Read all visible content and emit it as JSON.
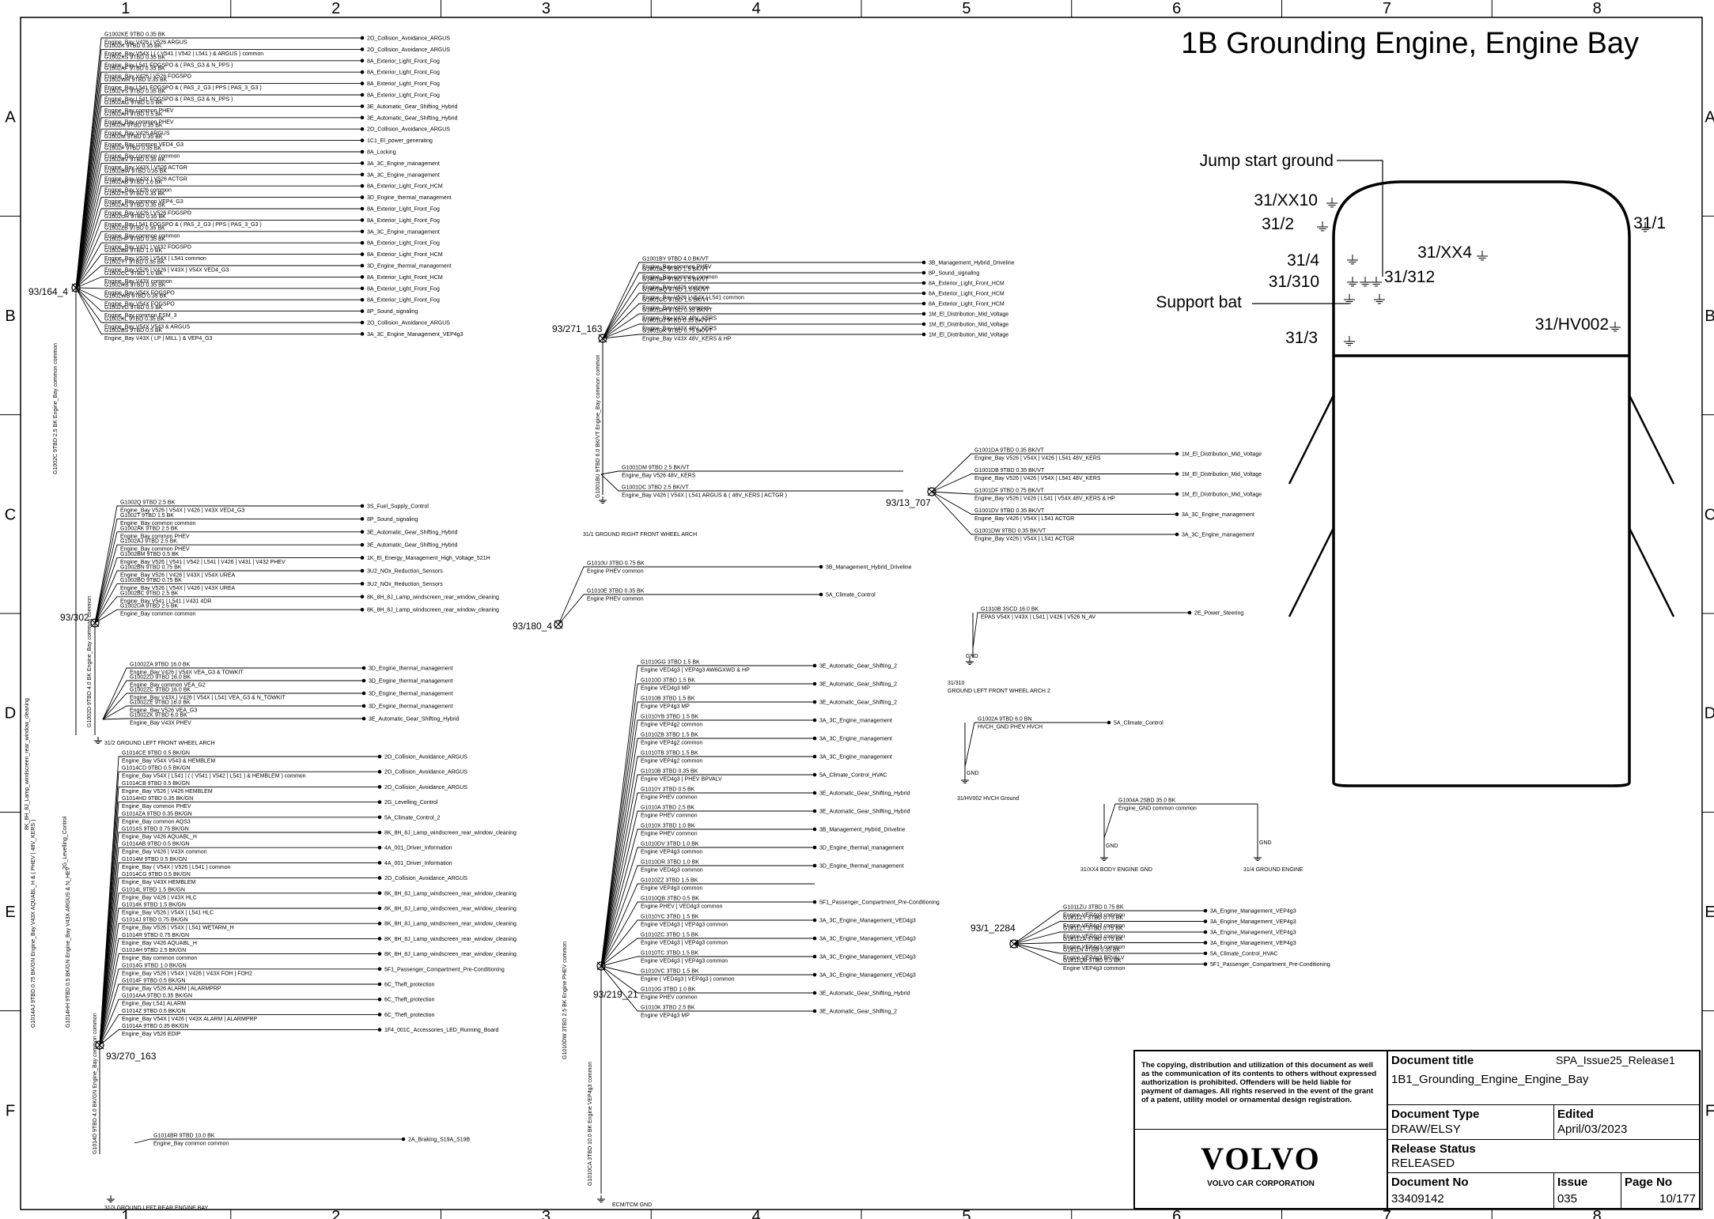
{
  "title": "1B Grounding Engine, Engine Bay",
  "grid": {
    "columns": [
      "1",
      "2",
      "3",
      "4",
      "5",
      "6",
      "7",
      "8"
    ],
    "rows": [
      "A",
      "B",
      "C",
      "D",
      "E",
      "F"
    ]
  },
  "nodes": {
    "n164_4": "93/164_4",
    "n302": "93/302",
    "n270_163": "93/270_163",
    "n271_163": "93/271_163",
    "n13_707": "93/13_707",
    "n180_4": "93/180_4",
    "n219_21": "93/219_21",
    "n1_2284": "93/1_2284"
  },
  "grounds": {
    "g31_2": "31/2  GROUND LEFT FRONT WHEEL ARCH",
    "g31_3": "31/3  GROUND LEFT REAR ENGINE BAY",
    "g31_1": "31/1  GROUND RIGHT FRONT WHEEL ARCH",
    "g31_310": "31/310",
    "g31_310b": "GROUND LEFT FRONT WHEEL ARCH 2",
    "g31_hv002": "31/HV002      HVCH Ground",
    "g31_xx4": "31/XX4  BODY ENGINE GND",
    "g31_4": "31/4  GROUND ENGINE",
    "ecm_tcm": "ECM/TCM GND",
    "gnd": "GND"
  },
  "car": {
    "jump_start": "Jump start ground",
    "support_bat": "Support bat",
    "labels": [
      "31/XX10",
      "31/2",
      "31/4",
      "31/310",
      "31/312",
      "31/3",
      "31/XX4",
      "31/HV002",
      "31/1"
    ]
  },
  "wires_164_4": [
    {
      "w": "G1002KE  9TBD 0.35 BK",
      "v": "Engine_Bay  V426 | V526  ARGUS",
      "d": "2O_Collision_Avoidance_ARGUS"
    },
    {
      "w": "G1002K  9TBD 0.35 BK",
      "v": "Engine_Bay  V54X | ( ( V541 | V542 | L541 ) & ARGUS )  common",
      "d": "2O_Collision_Avoidance_ARGUS"
    },
    {
      "w": "G1002XS  9TBD 0.35 BK",
      "v": "Engine_Bay  L541  FOGSPO & ( PAS_G3 & N_PPS )",
      "d": "8A_Exterior_Light_Front_Fog"
    },
    {
      "w": "G1002AF  9TBD 0.35 BK",
      "v": "Engine_Bay  V426 | V526  FOGSPO",
      "d": "8A_Exterior_Light_Front_Fog"
    },
    {
      "w": "G1002WR  9TBD 0.35 BK",
      "v": "Engine_Bay  L541  FOGSPO & ( PAS_2_G3 | PPS | PAS_3_G3 )",
      "d": "8A_Exterior_Light_Front_Fog"
    },
    {
      "w": "G1002VS  9TBD 0.35 BK",
      "v": "Engine_Bay  L541  FOGSPO & ( PAS_G3 & N_PPS )",
      "d": "8A_Exterior_Light_Front_Fog"
    },
    {
      "w": "G1002AG  9TBD 0.5 BK",
      "v": "Engine_Bay  common  PHEV",
      "d": "3E_Automatic_Gear_Shifting_Hybrid"
    },
    {
      "w": "G1002AH  9TBD 0.5 BK",
      "v": "Engine_Bay  common  PHEV",
      "d": "3E_Automatic_Gear_Shifting_Hybrid"
    },
    {
      "w": "G1002M  9TBD 0.35 BK",
      "v": "Engine_Bay  V426  ARGUS",
      "d": "2O_Collision_Avoidance_ARGUS"
    },
    {
      "w": "G1002M  9TBD 0.35 BK",
      "v": "Engine_Bay  common  VED4_G3",
      "d": "1C1_El_power_generating"
    },
    {
      "w": "G1002F  9TBD 0.35 BK",
      "v": "Engine_Bay  common  common",
      "d": "8A_Locking"
    },
    {
      "w": "G1002BV  9TBD 0.35 BK",
      "v": "Engine_Bay  V43X | V526  ACTGR",
      "d": "3A_3C_Engine_management"
    },
    {
      "w": "G1002BW  9TBD 0.35 BK",
      "v": "Engine_Bay  V43X | V526  ACTGR",
      "d": "3A_3C_Engine_management"
    },
    {
      "w": "G1002AB  9TBD 1.0 BK",
      "v": "Engine_Bay  V426  common",
      "d": "8A_Exterior_Light_Front_HCM"
    },
    {
      "w": "G1002TS  9TBD 0.35 BK",
      "v": "Engine_Bay  common  VEP4_G3",
      "d": "3D_Engine_thermal_management"
    },
    {
      "w": "G1002AS  9TBD 0.35 BK",
      "v": "Engine_Bay  V426 | V526  FOGSPO",
      "d": "8A_Exterior_Light_Front_Fog"
    },
    {
      "w": "G1002UR  9TBD 0.35 BK",
      "v": "Engine_Bay  L541  FOGSPO & ( PAS_2_G3 | PPS | PAS_3_G3 )",
      "d": "8A_Exterior_Light_Front_Fog"
    },
    {
      "w": "G1002ZB  9TBD 0.35 BK",
      "v": "Engine_Bay  common  common",
      "d": "3A_3C_Engine_management"
    },
    {
      "w": "G1002HP  9TBD 0.35 BK",
      "v": "Engine_Bay  V431 | V432  FOGSPO",
      "d": "8A_Exterior_Light_Front_Fog"
    },
    {
      "w": "G1002BB  9TBD 1.0 BK",
      "v": "Engine_Bay  V526 | V54X | L541  common",
      "d": "8A_Exterior_Light_Front_HCM"
    },
    {
      "w": "G1002TT  9TBD 0.35 BK",
      "v": "Engine_Bay  V526 | V426 | V43X | V54X  VED4_G3",
      "d": "3D_Engine_thermal_management"
    },
    {
      "w": "G1002CC  9TBD 1.0 BK",
      "v": "Engine_Bay  V43X  common",
      "d": "8A_Exterior_Light_Front_HCM"
    },
    {
      "w": "G1002RB  9TBD 0.35 BK",
      "v": "Engine_Bay  V54X  FOGSPO",
      "d": "8A_Exterior_Light_Front_Fog"
    },
    {
      "w": "G1002WB  9TBD 0.35 BK",
      "v": "Engine_Bay  V54X  FOGSPO",
      "d": "8A_Exterior_Light_Front_Fog"
    },
    {
      "w": "G1002VD  9TBD 0.5 BK",
      "v": "Engine_Bay  common  ESM_3",
      "d": "8P_Sound_signaling"
    },
    {
      "w": "G1002KL  9TBD 0.35 BK",
      "v": "Engine_Bay  V54X  V543 & ARGUS",
      "d": "2O_Collision_Avoidance_ARGUS"
    },
    {
      "w": "G1002BS  9TBD 0.5 BK",
      "v": "Engine_Bay  V43X  ( LP | MILL ) & VEP4_G3",
      "d": "3A_3C_Engine_Management_VEP4g3"
    }
  ],
  "wires_302": [
    {
      "w": "G1002Q  9TBD 2.5 BK",
      "v": "Engine_Bay  V526 | V54X | V426 | V43X  VED4_G3",
      "d": "3S_Fuel_Supply_Control"
    },
    {
      "w": "G1002T  9TBD 1.5 BK",
      "v": "Engine_Bay  common  common",
      "d": "8P_Sound_signaling"
    },
    {
      "w": "G1002AK  9TBD 2.5 BK",
      "v": "Engine_Bay  common  PHEV",
      "d": "3E_Automatic_Gear_Shifting_Hybrid"
    },
    {
      "w": "G1002AJ  9TBD 2.5 BK",
      "v": "Engine_Bay  common  PHEV",
      "d": "3E_Automatic_Gear_Shifting_Hybrid"
    },
    {
      "w": "G1002BM  9TBD 0.5 BK",
      "v": "Engine_Bay  V526 | V541 | V542 | L541 | V426 | V431 | V432  PHEV",
      "d": "1K_El_Energy_Management_High_Voltage_521H"
    },
    {
      "w": "G1002BN  9TBD 0.75 BK",
      "v": "Engine_Bay  V526 | V426 | V43X | V54X  UREA",
      "d": "3U2_NOx_Reduction_Sensors"
    },
    {
      "w": "G1002BO  9TBD 0.75 BK",
      "v": "Engine_Bay  V526 | V54X | V426 | V43X  UREA",
      "d": "3U2_NOx_Reduction_Sensors"
    },
    {
      "w": "G1002BC  9TBD 2.5 BK",
      "v": "Engine_Bay  V541 | L541 | V431  4DR",
      "d": "8K_8H_8J_Lamp_windscreen_rear_window_cleaning"
    },
    {
      "w": "G1002UA  9TBD 2.5 BK",
      "v": "Engine_Bay  common  common",
      "d": "8K_8H_8J_Lamp_windscreen_rear_window_cleaning"
    }
  ],
  "wires_31_2": [
    {
      "w": "G1002ZA  9TBD 16.0 BK",
      "v": "Engine_Bay  V426 | V54X  VEA_G3 & TOWKIT",
      "d": "3D_Engine_thermal_management"
    },
    {
      "w": "G1002ZD  9TBD 16.0 BK",
      "v": "Engine_Bay  common  VEA_G2",
      "d": "3D_Engine_thermal_management"
    },
    {
      "w": "G1002ZC  9TBD 16.0 BK",
      "v": "Engine_Bay  V43X | V426 | V54X | L541  VEA_G3 & N_TOWKIT",
      "d": "3D_Engine_thermal_management"
    },
    {
      "w": "G1002ZE  9TBD 16.0 BK",
      "v": "Engine_Bay  V526  VEA_G3",
      "d": "3D_Engine_thermal_management"
    },
    {
      "w": "G1002ZK  9TBD 6.0 BK",
      "v": "Engine_Bay  V43X  PHEV",
      "d": "3E_Automatic_Gear_Shifting_Hybrid"
    }
  ],
  "wires_270_163": [
    {
      "w": "G1014CE  9TBD 0.5 BK/GN",
      "v": "Engine_Bay  V54X  V543 & HEMBLEM",
      "d": "2O_Collision_Avoidance_ARGUS"
    },
    {
      "w": "G1014CD  9TBD 0.5 BK/GN",
      "v": "Engine_Bay  V54X | L541 | ( ( V541 | V542 | L541 ) & HEMBLEM )  common",
      "d": "2O_Collision_Avoidance_ARGUS"
    },
    {
      "w": "G1014CB  9TBD 0.5 BK/GN",
      "v": "Engine_Bay  V526 | V426  HEMBLEM",
      "d": "2O_Collision_Avoidance_ARGUS"
    },
    {
      "w": "G1014HD  9TBD 0.35 BK/GN",
      "v": "Engine_Bay  common  PHEV",
      "d": "2G_Levelling_Control"
    },
    {
      "w": "G1014ZA  9TBD 0.35 BK/GN",
      "v": "Engine_Bay  common  AQS3",
      "d": "5A_Climate_Control_2"
    },
    {
      "w": "G1014S  9TBD 0.75 BK/GN",
      "v": "Engine_Bay  V426  AQUABL_H",
      "d": "8K_8H_8J_Lamp_windscreen_rear_window_cleaning"
    },
    {
      "w": "G1014AB  9TBD 0.5 BK/GN",
      "v": "Engine_Bay  V426 | V43X  common",
      "d": "4A_001_Driver_Information"
    },
    {
      "w": "G1014M  9TBD 0.5 BK/GN",
      "v": "Engine_Bay  ( V54X | V526 | L541 )  common",
      "d": "4A_001_Driver_Information"
    },
    {
      "w": "G1014CG  9TBD 0.5 BK/GN",
      "v": "Engine_Bay  V43X  HEMBLEM",
      "d": "2O_Collision_Avoidance_ARGUS"
    },
    {
      "w": "G1014L  9TBD 1.5 BK/GN",
      "v": "Engine_Bay  V426 | V43X  HLC",
      "d": "8K_8H_8J_Lamp_windscreen_rear_window_cleaning"
    },
    {
      "w": "G1014K  9TBD 1.5 BK/GN",
      "v": "Engine_Bay  V526 | V54X | L541  HLC",
      "d": "8K_8H_8J_Lamp_windscreen_rear_window_cleaning"
    },
    {
      "w": "G1014J  9TBD 0.75 BK/GN",
      "v": "Engine_Bay  V526 | V54X | L541  WETARM_H",
      "d": "8K_8H_8J_Lamp_windscreen_rear_window_cleaning"
    },
    {
      "w": "G1014R  9TBD 0.75 BK/GN",
      "v": "Engine_Bay  V426  AQUABL_H",
      "d": "8K_8H_8J_Lamp_windscreen_rear_window_cleaning"
    },
    {
      "w": "G1014H  9TBD 2.5 BK/GN",
      "v": "Engine_Bay  common  common",
      "d": "8K_8H_8J_Lamp_windscreen_rear_window_cleaning"
    },
    {
      "w": "G1014G  9TBD 1.0 BK/GN",
      "v": "Engine_Bay  V526 | V54X | V426 | V43X  FOH | FOH2",
      "d": "5F1_Passenger_Compartment_Pre-Conditioning"
    },
    {
      "w": "G1014F  9TBD 0.5 BK/GN",
      "v": "Engine_Bay  V526  ALARM | ALARMPRP",
      "d": "6C_Theft_protection"
    },
    {
      "w": "G1014AA  9TBD 0.35 BK/GN",
      "v": "Engine_Bay  L541  ALARM",
      "d": "6C_Theft_protection"
    },
    {
      "w": "G1014Z  9TBD 0.5 BK/GN",
      "v": "Engine_Bay  V54X | V426 | V43X  ALARM | ALARMPRP",
      "d": "6C_Theft_protection"
    },
    {
      "w": "G1014A  9TBD 0.35 BK/GN",
      "v": "Engine_Bay  V526  EDIP",
      "d": "1F4_001C_Accessories_LED_Running_Board"
    }
  ],
  "wires_31_3": [
    {
      "w": "G1014BR  9TBD 10.0 BK",
      "v": "Engine_Bay  common  common",
      "d": "2A_Braking_S19A_S19B"
    }
  ],
  "wires_271_163": [
    {
      "w": "G1001BY  9TBD 4.0 BK/VT",
      "v": "Engine_Bay  common  PHEV",
      "d": "3B_Management_Hybrid_Driveline"
    },
    {
      "w": "G1001BZ  9TBD 1.5 BK/VT",
      "v": "Engine_Bay  common  common",
      "d": "8P_Sound_signaling"
    },
    {
      "w": "G1001BP  9TBD 1.5 BK/VT",
      "v": "Engine_Bay  V426  common",
      "d": "8A_Exterior_Light_Front_HCM"
    },
    {
      "w": "G1001BQ  9TBD 1.5 BK/VT",
      "v": "Engine_Bay  V526 | V54X | L541  common",
      "d": "8A_Exterior_Light_Front_HCM"
    },
    {
      "w": "G1001CC  9TBD 1.5 BK/VT",
      "v": "Engine_Bay  V43X  common",
      "d": "8A_Exterior_Light_Front_HCM"
    },
    {
      "w": "G1001DH  9TBD 0.35 BK/VT",
      "v": "Engine_Bay  V43X  48V_KERS",
      "d": "1M_El_Distribution_Mid_Voltage"
    },
    {
      "w": "G1001DJ  9TBD 0.35 BK/VT",
      "v": "Engine_Bay  V43X  48V_KERS",
      "d": "1M_El_Distribution_Mid_Voltage"
    },
    {
      "w": "G1001DK  9TBD 0.75 BK/VT",
      "v": "Engine_Bay  V43X  48V_KERS & HP",
      "d": "1M_El_Distribution_Mid_Voltage"
    }
  ],
  "wires_31_1": [
    {
      "w": "G1001DM  9TBD 2.5 BK/VT",
      "v": "Engine_Bay  V526  48V_KERS"
    },
    {
      "w": "G1001DC  3TBD 2.5 BK/VT",
      "v": "Engine_Bay  V426 | V54X | L541  ARGUS & ( 48V_KERS | ACTGR )"
    }
  ],
  "wires_13_707": [
    {
      "w": "G1001DA  9TBD 0.35 BK/VT",
      "v": "Engine_Bay  V526 | V54X | V426 | L541  48V_KERS",
      "d": "1M_El_Distribution_Mid_Voltage"
    },
    {
      "w": "G1001DB  9TBD 0.35 BK/VT",
      "v": "Engine_Bay  V526 | V426 | V54X | L541  48V_KERS",
      "d": "1M_El_Distribution_Mid_Voltage"
    },
    {
      "w": "G1001DF  9TBD 0.75 BK/VT",
      "v": "Engine_Bay  V526 | V426 | L541 | V54X  48V_KERS & HP",
      "d": "1M_El_Distribution_Mid_Voltage"
    },
    {
      "w": "G1001DV  9TBD 0.35 BK/VT",
      "v": "Engine_Bay  V426 | V54X | L541  ACTGR",
      "d": "3A_3C_Engine_management"
    },
    {
      "w": "G1001DW  9TBD 0.35 BK/VT",
      "v": "Engine_Bay  V426 | V54X | L541  ACTGR",
      "d": "3A_3C_Engine_management"
    }
  ],
  "wires_180_4": [
    {
      "w": "G1010U  3TBD 0.75 BK",
      "v": "Engine  PHEV  common",
      "d": "3B_Management_Hybrid_Driveline"
    },
    {
      "w": "G1010E  3TBD 0.35 BK",
      "v": "Engine  PHEV  common",
      "d": "5A_Climate_Control"
    }
  ],
  "wires_31_310": [
    {
      "w": "G1310B  3SCD 16.0 BK",
      "v": "EPAS  V54X | V43X | L541 | V426 | V526  N_AV",
      "d": "2E_Power_Steering"
    }
  ],
  "wires_hv002": [
    {
      "w": "G1002A  9TBD 6.0 BN",
      "v": "HVCH_GND  PHEV  HVCH",
      "d": "5A_Climate_Control"
    }
  ],
  "wires_xx4": [
    {
      "w": "G1004A  2SBD 35.0 BK",
      "v": "Engine_GND  common  common"
    }
  ],
  "wires_219_21": [
    {
      "w": "G1010GG  3TBD 1.5 BK",
      "v": "Engine  VED4g3 | VEP4g3  AW6GXWD & HP",
      "d": "3E_Automatic_Gear_Shifting_2"
    },
    {
      "w": "G1010D  3TBD 1.5 BK",
      "v": "Engine  VED4g3  MP",
      "d": "3E_Automatic_Gear_Shifting_2"
    },
    {
      "w": "G1010B  3TBD 1.5 BK",
      "v": "Engine  VEP4g3  MP",
      "d": "3E_Automatic_Gear_Shifting_2"
    },
    {
      "w": "G1010YB  3TBD 1.5 BK",
      "v": "Engine  VEP4g2  common",
      "d": "3A_3C_Engine_management"
    },
    {
      "w": "G1010ZB  3TBD 1.5 BK",
      "v": "Engine  VEP4g2  common",
      "d": "3A_3C_Engine_management"
    },
    {
      "w": "G1010TB  3TBD 1.5 BK",
      "v": "Engine  VEP4g2  common",
      "d": "3A_3C_Engine_management"
    },
    {
      "w": "G1010B  3TBD 0.35 BK",
      "v": "Engine  VED4g3 | PHEV  BPVALV",
      "d": "5A_Climate_Control_HVAC"
    },
    {
      "w": "G1010Y  3TBD 0.5 BK",
      "v": "Engine  PHEV  common",
      "d": "3E_Automatic_Gear_Shifting_Hybrid"
    },
    {
      "w": "G1010A  3TBD 2.5 BK",
      "v": "Engine  PHEV  common",
      "d": "3E_Automatic_Gear_Shifting_Hybrid"
    },
    {
      "w": "G1010X  3TBD 1.0 BK",
      "v": "Engine  PHEV  common",
      "d": "3B_Management_Hybrid_Driveline"
    },
    {
      "w": "G1010DV  3TBD 1.0 BK",
      "v": "Engine  VEP4g3  common",
      "d": "3D_Engine_thermal_management"
    },
    {
      "w": "G1010DR  3TBD 1.0 BK",
      "v": "Engine  VED4g3  common",
      "d": "3D_Engine_thermal_management"
    },
    {
      "w": "G1010ZZ  3TBD 1.5 BK",
      "v": "Engine  VEP4g3  common"
    },
    {
      "w": "G1010QB  3TBD 0.5 BK",
      "v": "Engine  PHEV | VED4g3  common",
      "d": "5F1_Passenger_Compartment_Pre-Conditioning"
    },
    {
      "w": "G1010YC  3TBD 1.5 BK",
      "v": "Engine  VED4g3 | VEP4g3  common",
      "d": "3A_3C_Engine_Management_VED4g3"
    },
    {
      "w": "G1010ZC  3TBD 1.5 BK",
      "v": "Engine  VED4g3 | VEP4g3  common",
      "d": "3A_3C_Engine_Management_VED4g3"
    },
    {
      "w": "G1010TC  3TBD 1.5 BK",
      "v": "Engine  VED4g3 | VEP4g3  common",
      "d": "3A_3C_Engine_Management_VED4g3"
    },
    {
      "w": "G1010VC  3TBD 1.5 BK",
      "v": "Engine  ( VED4g3 | VEP4g3 )  common",
      "d": "3A_3C_Engine_Management_VED4g3"
    },
    {
      "w": "G1010G  3TBD 1.0 BK",
      "v": "Engine  PHEV  common",
      "d": "3E_Automatic_Gear_Shifting_Hybrid"
    },
    {
      "w": "G1010K  3TBD 2.5 BK",
      "v": "Engine  VEP4g3  MP",
      "d": "3E_Automatic_Gear_Shifting_2"
    }
  ],
  "wires_1_2284": [
    {
      "w": "G1011ZU  3TBD 0.75 BK",
      "v": "Engine  VEP4g3  common",
      "d": "3A_Engine_Management_VEP4g3"
    },
    {
      "w": "G1011ZY  3TBD 0.75 BK",
      "v": "Engine  VEP4g3  common",
      "d": "3A_Engine_Management_VEP4g3"
    },
    {
      "w": "G1011ZT  3TBD 0.75 BK",
      "v": "Engine  VEP4g3  common",
      "d": "3A_Engine_Management_VEP4g3"
    },
    {
      "w": "G1011ZA  3TBD 0.75 BK",
      "v": "Engine  VEP4g3  common",
      "d": "3A_Engine_Management_VEP4g3"
    },
    {
      "w": "G1011N  4TBD 0.35 BK",
      "v": "Engine  VEP4g3  BPVALV",
      "d": "5A_Climate_Control_HVAC"
    },
    {
      "w": "G1011QB  3TBD 0.5 BK",
      "v": "Engine  VEP4g3  common",
      "d": "5F1_Passenger_Compartment_Pre-Conditioning"
    }
  ],
  "vertical_notes": {
    "v1": "G1002C  9TBD 2.5 BK  Engine_Bay  common  common",
    "v2": "G1002D  9TBD 4.0 BK  Engine_Bay  common  common",
    "v3": "G1014D  9TBD 4.0 BK/GN  Engine_Bay  common  common",
    "v4": "G1001BU  9TBD 6.0 BK/VT  Engine_Bay  common  common",
    "v5": "G1010DW  3TBD 2.5 BK  Engine  PHEV  common",
    "v6": "G1010CA  3TBD 10.0 BK  Engine  VEP4g3  common",
    "v7": "G1014AJ  9TBD 0.75 BK/GN  Engine_Bay  V43X  AQUABL_H & ( PHEV | 48V_KERS )",
    "v8": "G1014HH  9TBD 0.5 BK/GN  Engine_Bay  V43X  ARGUS & N_HEV",
    "v9": "8K_8H_8J_Lamp_windscreen_rear_window_cleaning",
    "v10": "2G_Levelling_Control"
  },
  "titleblock": {
    "notice": "The copying, distribution and utilization of this document as well as the communication of its contents to others without expressed authorization is prohibited. Offenders will be held liable for payment of damages. All rights reserved in the event of the grant of a patent, utility model or ornamental design registration.",
    "logo": "VOLVO",
    "company": "VOLVO CAR CORPORATION",
    "doc_title_label": "Document title",
    "doc_title_release": "SPA_Issue25_Release1",
    "doc_title": "1B1_Grounding_Engine_Engine_Bay",
    "doc_type_label": "Document Type",
    "doc_type": "DRAW/ELSY",
    "edited_label": "Edited",
    "edited": "April/03/2023",
    "release_label": "Release Status",
    "release": "RELEASED",
    "doc_no_label": "Document No",
    "doc_no": "33409142",
    "issue_label": "Issue",
    "issue": "035",
    "page_label": "Page No",
    "page": "10/177"
  }
}
